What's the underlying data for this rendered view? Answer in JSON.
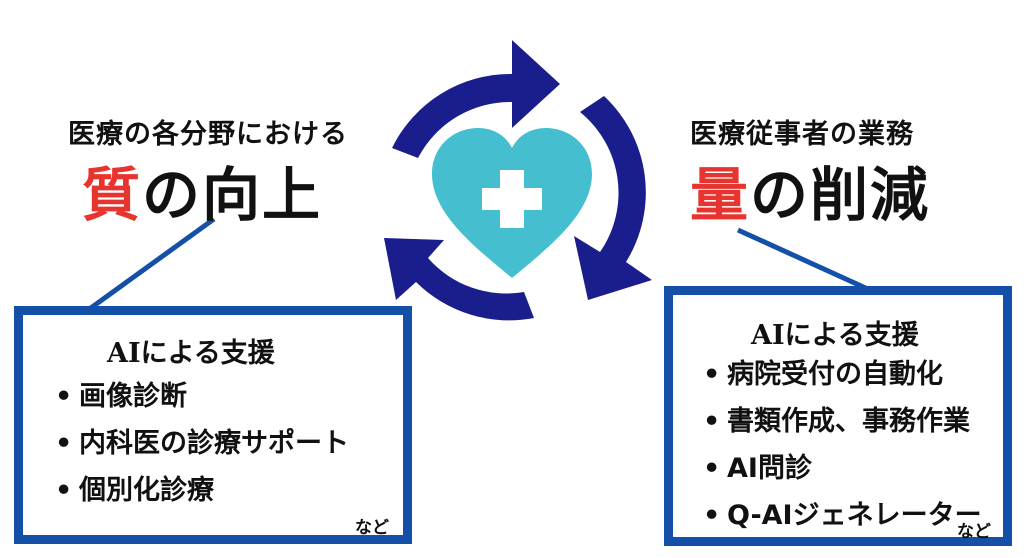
{
  "left": {
    "subheading": "医療の各分野における",
    "heading_accent": "質",
    "heading_rest": "の向上",
    "box_title": "AIによる支援",
    "items": [
      "画像診断",
      "内科医の診療サポート",
      "個別化診療"
    ],
    "etc": "など"
  },
  "right": {
    "subheading": "医療従事者の業務",
    "heading_accent": "量",
    "heading_rest": "の削減",
    "box_title": "AIによる支援",
    "items": [
      "病院受付の自動化",
      "書類作成、事務作業",
      "AI問診",
      "Q-AIジェネレーター"
    ],
    "etc": "など"
  },
  "colors": {
    "arrow": "#1a1e8c",
    "heart": "#45bfcf",
    "accent": "#e8342e",
    "box_border": "#1550a8",
    "connector": "#1550a8"
  },
  "center_icon": "heart-medical-cross-icon"
}
